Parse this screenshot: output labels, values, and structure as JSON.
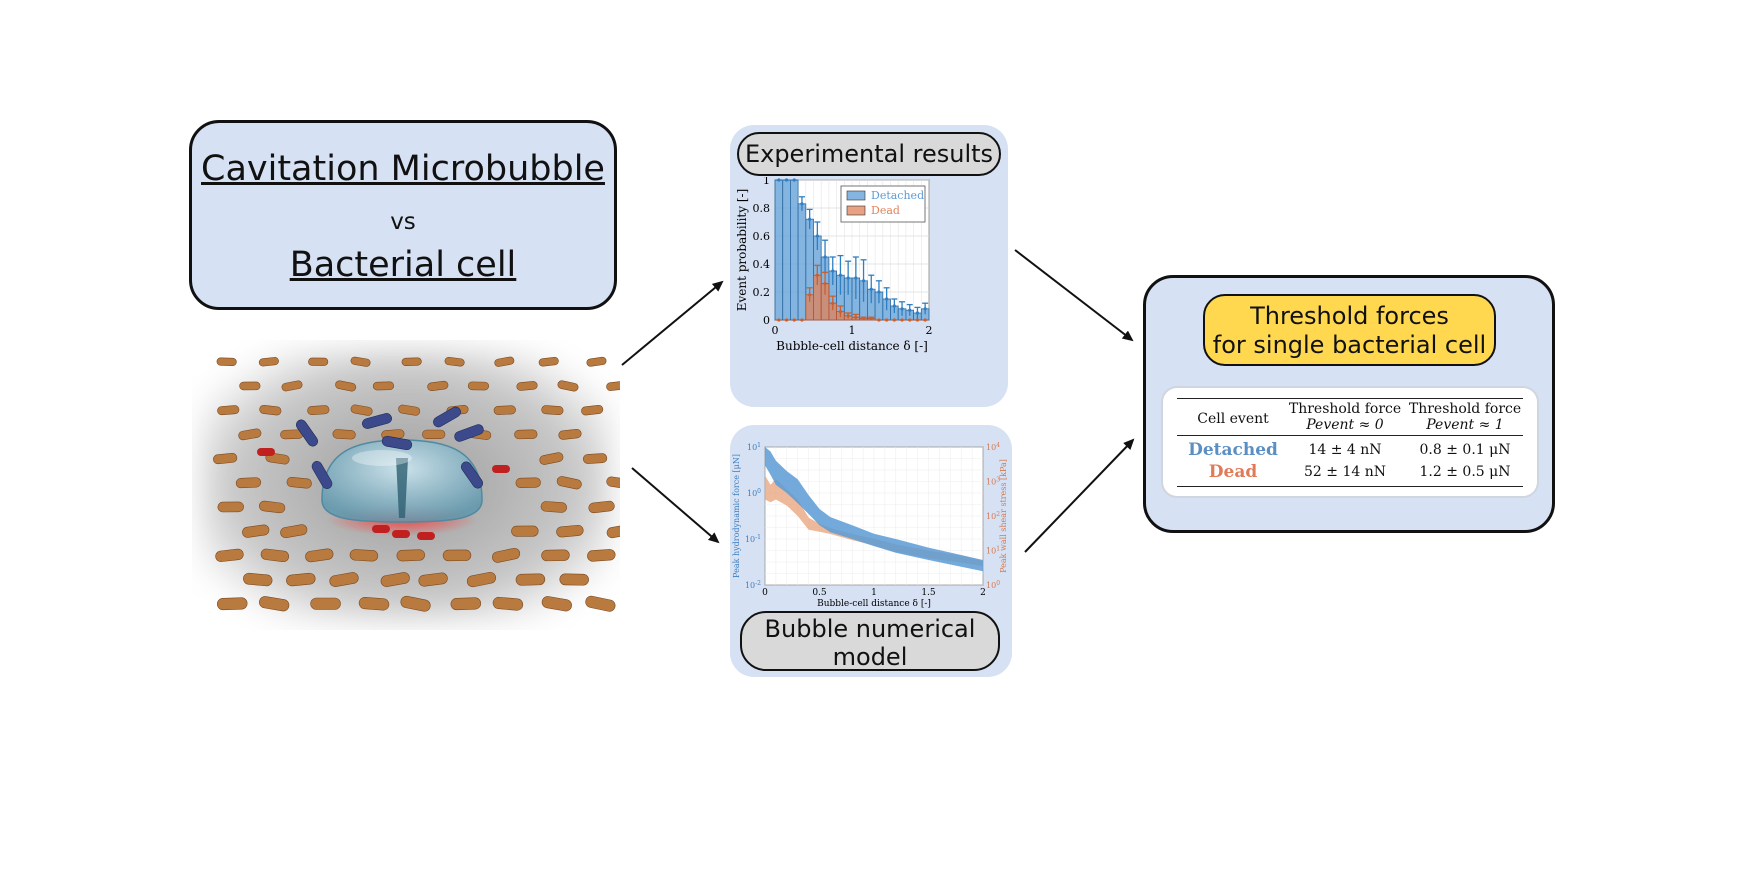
{
  "title_box": {
    "line1": "Cavitation Microbubble",
    "vs": "vs",
    "line2": "Bacterial cell"
  },
  "experimental": {
    "label": "Experimental results",
    "chart_data": {
      "type": "bar",
      "xlabel": "Bubble-cell distance δ [-]",
      "ylabel": "Event probability [-]",
      "xlim": [
        0,
        2
      ],
      "ylim": [
        0,
        1
      ],
      "xticks": [
        "0",
        "1",
        "2"
      ],
      "yticks": [
        "0",
        "0.2",
        "0.4",
        "0.6",
        "0.8",
        "1"
      ],
      "grid": true,
      "legend_position": "top-right",
      "bin_width": 0.1,
      "x": [
        0.05,
        0.15,
        0.25,
        0.35,
        0.45,
        0.55,
        0.65,
        0.75,
        0.85,
        0.95,
        1.05,
        1.15,
        1.25,
        1.35,
        1.45,
        1.55,
        1.65,
        1.75,
        1.85,
        1.95
      ],
      "series": [
        {
          "name": "Detached",
          "color": "#5b9bd5",
          "values": [
            1,
            1,
            1,
            0.83,
            0.72,
            0.6,
            0.45,
            0.35,
            0.32,
            0.3,
            0.3,
            0.28,
            0.22,
            0.2,
            0.15,
            0.1,
            0.08,
            0.07,
            0.05,
            0.08
          ],
          "errors": [
            0,
            0,
            0,
            0.05,
            0.07,
            0.1,
            0.12,
            0.1,
            0.14,
            0.12,
            0.15,
            0.15,
            0.1,
            0.08,
            0.08,
            0.05,
            0.05,
            0.04,
            0.04,
            0.04
          ]
        },
        {
          "name": "Dead",
          "color": "#e0835a",
          "values": [
            0,
            0,
            0,
            0,
            0.18,
            0.32,
            0.26,
            0.12,
            0.06,
            0.03,
            0.02,
            0.01,
            0.01,
            0,
            0,
            0,
            0,
            0,
            0,
            0
          ],
          "errors": [
            0,
            0,
            0,
            0,
            0.05,
            0.07,
            0.08,
            0.05,
            0.04,
            0.02,
            0.02,
            0.01,
            0.01,
            0,
            0,
            0,
            0,
            0,
            0,
            0
          ]
        }
      ]
    }
  },
  "numerical": {
    "label": "Bubble numerical model",
    "chart_data": {
      "type": "line",
      "xlabel": "Bubble-cell distance δ [-]",
      "ylabel_left": "Peak hydrodynamic force [μN]",
      "ylabel_right": "Peak wall shear stress [kPa]",
      "xlim": [
        0,
        2
      ],
      "xticks": [
        "0",
        "0.5",
        "1",
        "1.5",
        "2"
      ],
      "yscale_left": "log",
      "ylim_left_exponent": [
        -2,
        1
      ],
      "yticks_left_exponent": [
        -2,
        -1,
        0,
        1
      ],
      "yscale_right": "log",
      "ylim_right_exponent": [
        0,
        4
      ],
      "yticks_right_exponent": [
        0,
        1,
        2,
        3,
        4
      ],
      "grid": true,
      "series": [
        {
          "name": "",
          "axis": "left",
          "color": "#5b9bd5",
          "x": [
            0,
            0.05,
            0.1,
            0.2,
            0.3,
            0.4,
            0.5,
            0.6,
            0.8,
            1.0,
            1.2,
            1.5,
            1.8,
            2.0
          ],
          "upper": [
            10,
            8,
            5,
            3,
            2,
            0.9,
            0.45,
            0.3,
            0.2,
            0.13,
            0.1,
            0.065,
            0.045,
            0.035
          ],
          "lower": [
            4,
            2.5,
            1.5,
            1,
            0.6,
            0.35,
            0.2,
            0.14,
            0.1,
            0.07,
            0.05,
            0.035,
            0.025,
            0.02
          ]
        },
        {
          "name": "",
          "axis": "right",
          "color": "#e8a07a",
          "x": [
            0,
            0.05,
            0.1,
            0.2,
            0.3,
            0.4,
            0.5,
            0.6,
            0.8,
            1.0,
            1.2,
            1.5,
            1.8,
            2.0
          ],
          "upper": [
            1500,
            800,
            1200,
            600,
            300,
            90,
            60,
            45,
            30,
            22,
            15,
            10,
            7,
            5
          ],
          "lower": [
            300,
            250,
            300,
            200,
            100,
            40,
            35,
            30,
            20,
            14,
            9,
            6,
            4.5,
            3.5
          ]
        }
      ]
    }
  },
  "results": {
    "title_line1": "Threshold forces",
    "title_line2": "for single bacterial cell",
    "table": {
      "header_col1": "Cell event",
      "header_col2_line1": "Threshold force",
      "header_col2_line2": "Pevent ≈ 0",
      "header_col3_line1": "Threshold force",
      "header_col3_line2": "Pevent ≈ 1",
      "rows": [
        {
          "event": "Detached",
          "color": "#5b8fc4",
          "p0": "14 ± 4 nN",
          "p1": "0.8 ± 0.1 μN"
        },
        {
          "event": "Dead",
          "color": "#e07a57",
          "p0": "52 ± 14 nN",
          "p1": "1.2 ± 0.5 μN"
        }
      ]
    }
  },
  "illustration": {
    "bubble_color": "#7fb3c8",
    "cell_color": "#b97a40",
    "attached_cell_color": "#3c4a8c",
    "dead_cell_color": "#c02020"
  }
}
